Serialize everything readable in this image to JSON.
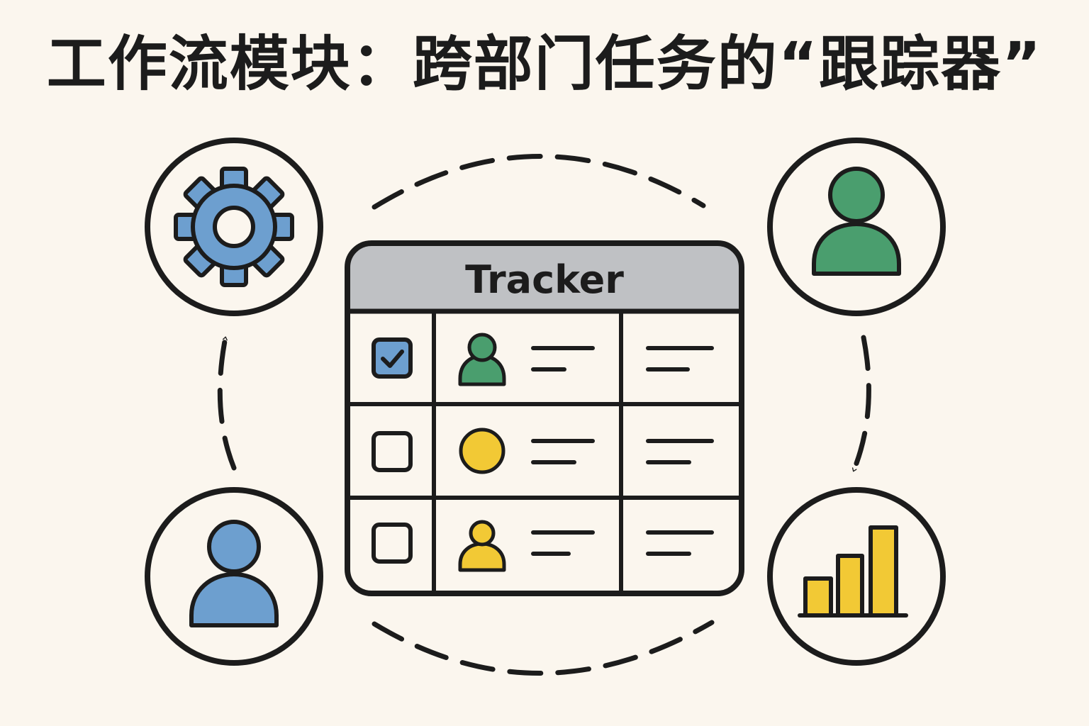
{
  "title": "工作流模块：跨部门任务的“跟踪器”",
  "tracker": {
    "header_label": "Tracker",
    "rows": [
      {
        "checked": true,
        "icon": "person-icon",
        "color": "#4a9e6e"
      },
      {
        "checked": false,
        "icon": "dot-icon",
        "color": "#f2c935"
      },
      {
        "checked": false,
        "icon": "person-icon",
        "color": "#f2c935"
      }
    ]
  },
  "nodes": [
    {
      "name": "settings",
      "icon": "gear-icon",
      "color": "#6d9fcf"
    },
    {
      "name": "team-a",
      "icon": "person-icon",
      "color": "#4a9e6e"
    },
    {
      "name": "team-b",
      "icon": "person-icon",
      "color": "#6d9fcf"
    },
    {
      "name": "reports",
      "icon": "bar-chart-icon",
      "color": "#f2c935"
    }
  ],
  "colors": {
    "background": "#fbf6ee",
    "stroke": "#1c1c1c",
    "header_fill": "#bfc1c4",
    "checkbox_blue": "#6d9fcf"
  }
}
